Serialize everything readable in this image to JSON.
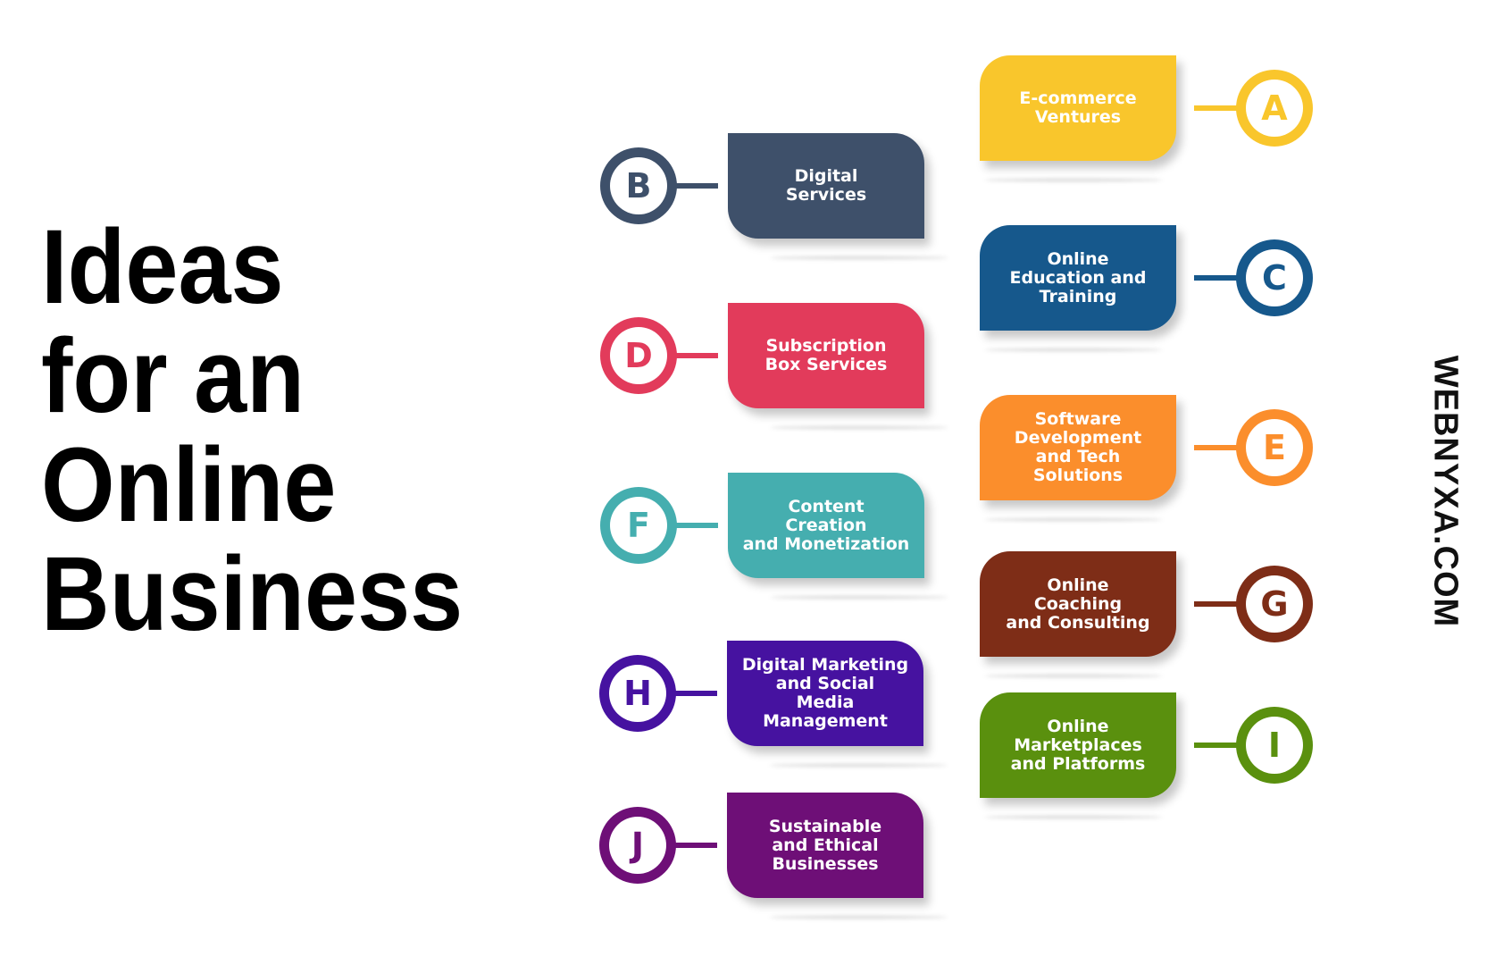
{
  "title": {
    "line1": "Ideas",
    "line2": "for an",
    "line3": "Online",
    "line4": "Business"
  },
  "watermark": "WEBNYXA.COM",
  "items": [
    {
      "letter": "A",
      "label": "E-commerce\nVentures",
      "color": "#F9C62C"
    },
    {
      "letter": "B",
      "label": "Digital\nServices",
      "color": "#3E506A"
    },
    {
      "letter": "C",
      "label": "Online\nEducation and\nTraining",
      "color": "#16588C"
    },
    {
      "letter": "D",
      "label": "Subscription\nBox Services",
      "color": "#E23B5B"
    },
    {
      "letter": "E",
      "label": "Software\nDevelopment\nand Tech\nSolutions",
      "color": "#FB8E2C"
    },
    {
      "letter": "F",
      "label": "Content\nCreation\nand Monetization",
      "color": "#45AEAF"
    },
    {
      "letter": "G",
      "label": "Online\nCoaching\nand Consulting",
      "color": "#7E2D17"
    },
    {
      "letter": "H",
      "label": "Digital Marketing\nand Social\nMedia\nManagement",
      "color": "#4612A0"
    },
    {
      "letter": "I",
      "label": "Online\nMarketplaces\nand Platforms",
      "color": "#5A900E"
    },
    {
      "letter": "J",
      "label": "Sustainable\nand Ethical\nBusinesses",
      "color": "#6E0F77"
    }
  ]
}
